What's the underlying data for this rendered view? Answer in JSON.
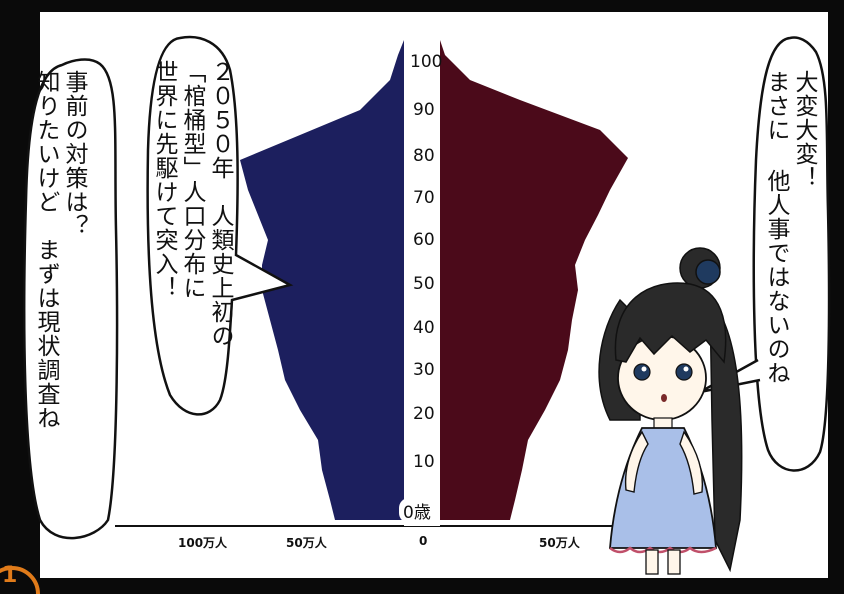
{
  "bubbles": {
    "left_outer": [
      "事前の対策は？",
      "知りたいけど　まずは現状調査ね"
    ],
    "left_inner": [
      "２０５０年　人類史上初の",
      "「棺桶型」人口分布に",
      "世界に先駆けて突入！"
    ],
    "right": [
      "大変大変！",
      "まさに 他人事ではないのね"
    ]
  },
  "chart": {
    "age_labels": [
      "100",
      "90",
      "80",
      "70",
      "60",
      "50",
      "40",
      "30",
      "20",
      "10",
      "0歳"
    ],
    "x_ticks": [
      "100万人",
      "50万人",
      "0",
      "50万人"
    ]
  },
  "panel_number": "1",
  "colors": {
    "male": "#1c1f5e",
    "female": "#4b0a1a",
    "dress": "#a9bfe8",
    "hair": "#2a2a2a",
    "panel_number": "#e07b1a"
  }
}
